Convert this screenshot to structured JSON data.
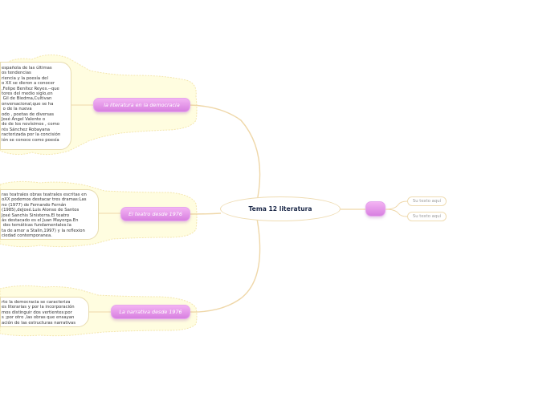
{
  "central_topic": "Tema 12 literatura",
  "branches": [
    {
      "label": "la literatura en la democracia",
      "note": "española de las últimas\nos tendencias\nriencia y la poesía del\no XX se dieron a conocer\n,Felipe Benítez Reyes.--que\ntores del medio siglo,en\n Gil de Biedma,Cultivan\nonversacional,que se ha\n o de la nueva\nodo , poetas de diversas\nJosé Ángel Valente o\nde de los novísimos , como\nrés Sánchez Robayana\nracterizada por la concisión\nión se conoce como poesía"
    },
    {
      "label": "El teatro desde 1976",
      "note": "ras teatrales obras teatrales escritas en\noXX podemos destacar tres dramas:Las\nno (1977) de Fernando Fernán\n(1985),deJosé.Luis Alonso de Santos\nJosé Sanchis Sinisterra.El teatro\nás destacado es el Juan Mayorga.En\n dos temáticas fundamentales:la\nta de amor a Stalin,1997) y la reflexion\nciedad contemporanea."
    },
    {
      "label": "La narrativa desde 1976",
      "note": "rte la democracia se caracteriza\nes literarias y por la incorporación\nmos distinguir dos vertientes:por\ns ;por otro ,las obras que ensayan\nación de las estructuras narrativas"
    }
  ],
  "right_branch": {
    "children": [
      "Su texto aquí",
      "Su texto aquí"
    ]
  },
  "colors": {
    "connector": "#efd7a8",
    "cloud_fill": "#fffde0",
    "cloud_border": "#f4e6ae",
    "node_gradient_top": "#f3b3f3",
    "node_gradient_bottom": "#d77fe0",
    "central_text": "#1d2a4a"
  }
}
